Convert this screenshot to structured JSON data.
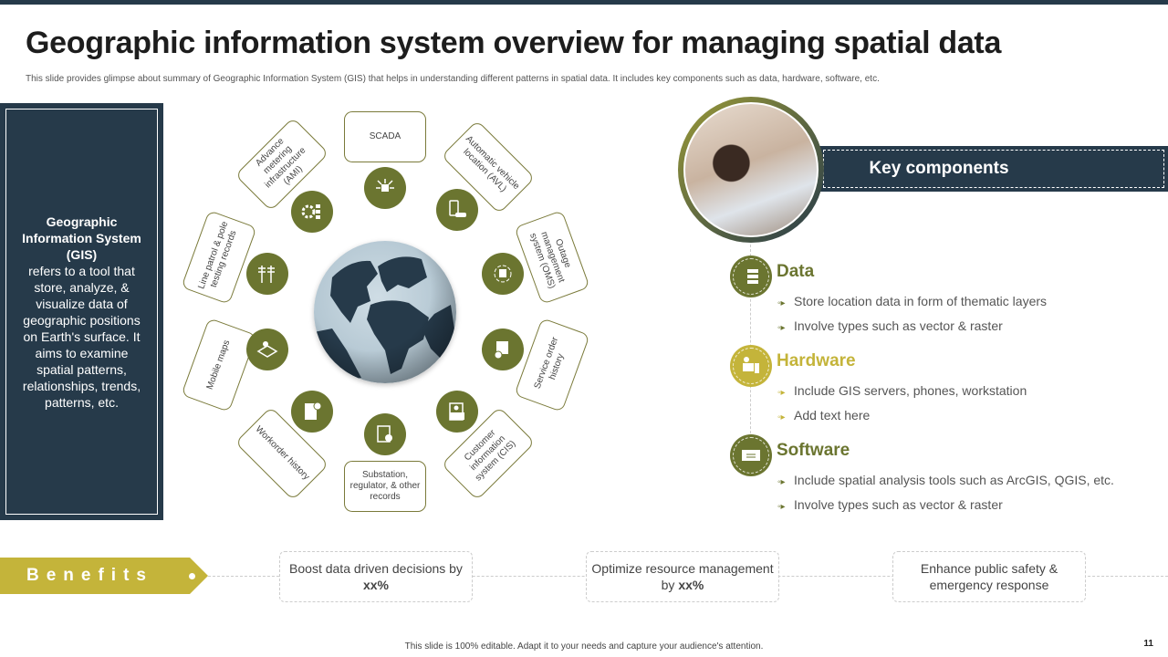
{
  "title": "Geographic information system overview for managing spatial data",
  "subtitle": "This slide provides glimpse about summary of Geographic Information System (GIS) that helps in understanding different patterns in spatial data. It includes key components such as data, hardware, software, etc.",
  "left_panel": {
    "heading": "Geographic Information System (GIS)",
    "body": "refers to a tool that store, analyze, & visualize data of geographic positions on Earth's surface. It aims to examine spatial patterns, relationships, trends, patterns, etc."
  },
  "wheel": [
    {
      "label": "SCADA",
      "icon": "scada-icon"
    },
    {
      "label": "Automatic vehicle location (AVL)",
      "icon": "vehicle-tracking-icon"
    },
    {
      "label": "Outage management system (OMS)",
      "icon": "outage-management-icon"
    },
    {
      "label": "Service order history",
      "icon": "service-order-icon"
    },
    {
      "label": "Customer information system (CIS)",
      "icon": "customer-info-icon"
    },
    {
      "label": "Substation, regulator, & other records",
      "icon": "records-icon"
    },
    {
      "label": "Workorder history",
      "icon": "workorder-icon"
    },
    {
      "label": "Mobile maps",
      "icon": "mobile-map-icon"
    },
    {
      "label": "Line patrol & pole testing records",
      "icon": "power-pole-icon"
    },
    {
      "label": "Advance metering infrastructure (AMI)",
      "icon": "metering-icon"
    }
  ],
  "key_components": {
    "title": "Key components",
    "items": [
      {
        "title": "Data",
        "color": "#6b7530",
        "bullets": [
          "Store location data in form of thematic layers",
          "Involve types such as vector & raster"
        ]
      },
      {
        "title": "Hardware",
        "color": "#c4b43a",
        "bullets": [
          "Include GIS servers, phones, workstation",
          "Add text here"
        ]
      },
      {
        "title": "Software",
        "color": "#6b7530",
        "bullets": [
          "Include spatial analysis tools such as ArcGIS, QGIS, etc.",
          "Involve types such as vector & raster"
        ]
      }
    ]
  },
  "benefits": {
    "label": "Benefits",
    "items": [
      {
        "text": "Boost data driven decisions by ",
        "bold": "xx%"
      },
      {
        "text": "Optimize resource management by ",
        "bold": "xx%"
      },
      {
        "text": "Enhance public safety & emergency response",
        "bold": ""
      }
    ]
  },
  "footer": "This slide is 100% editable. Adapt it to your needs and capture your audience's attention.",
  "page_number": "11"
}
